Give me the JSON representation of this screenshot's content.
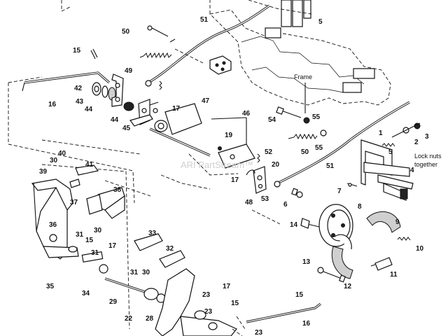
{
  "watermark": "ARI PartStream™",
  "notes": {
    "frame": "Frame",
    "lock_nuts_1": "Lock nuts",
    "lock_nuts_2": "together"
  },
  "callouts": {
    "c1": "1",
    "c2": "2",
    "c3": "3",
    "c4": "4",
    "c5a": "5",
    "c5b": "5",
    "c6": "6",
    "c7": "7",
    "c8": "8",
    "c9": "9",
    "c10": "10",
    "c11": "11",
    "c12": "12",
    "c13": "13",
    "c14": "14",
    "c15a": "15",
    "c15b": "15",
    "c15c": "15",
    "c16a": "16",
    "c16b": "16",
    "c17a": "17",
    "c17b": "17",
    "c17c": "17",
    "c17d": "17",
    "c19": "19",
    "c20": "20",
    "c22": "22",
    "c23a": "23",
    "c23b": "23",
    "c23c": "23",
    "c28": "28",
    "c29": "29",
    "c30a": "30",
    "c30b": "30",
    "c30c": "30",
    "c31a": "31",
    "c31b": "31",
    "c31c": "31",
    "c32": "32",
    "c33": "33",
    "c34": "34",
    "c35": "35",
    "c36": "36",
    "c37": "37",
    "c38": "38",
    "c39": "39",
    "c40": "40",
    "c41": "41",
    "c42": "42",
    "c43": "43",
    "c44a": "44",
    "c44b": "44",
    "c45": "45",
    "c46": "46",
    "c47": "47",
    "c48": "48",
    "c49": "49",
    "c50a": "50",
    "c50b": "50",
    "c51a": "51",
    "c51b": "51",
    "c52": "52",
    "c53": "53",
    "c54": "54",
    "c55a": "55",
    "c55b": "55"
  }
}
